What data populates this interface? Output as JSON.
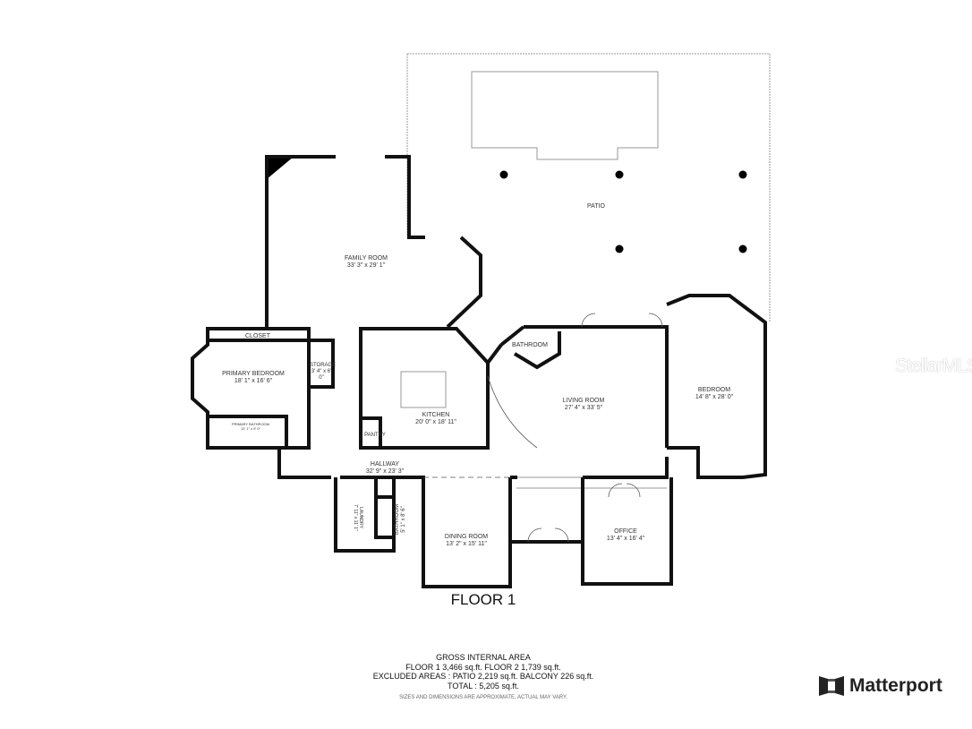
{
  "rooms": {
    "patio": {
      "name": "PATIO",
      "dim": ""
    },
    "family_room": {
      "name": "FAMILY ROOM",
      "dim": "33' 3\" x 29' 1\""
    },
    "closet": {
      "name": "CLOSET",
      "dim": ""
    },
    "primary_bedroom": {
      "name": "PRIMARY BEDROOM",
      "dim": "18' 1\" x 16' 6\""
    },
    "primary_bathroom": {
      "name": "PRIMARY BATHROOM",
      "dim": "12' 1\" x 9' 0\""
    },
    "storage": {
      "name": "STORAGE",
      "dim": "3' 4\" x 6' 0\""
    },
    "kitchen": {
      "name": "KITCHEN",
      "dim": "20' 0\" x 18' 11\""
    },
    "pantry": {
      "name": "PANTRY",
      "dim": ""
    },
    "bathroom_upper": {
      "name": "BATHROOM",
      "dim": ""
    },
    "living_room": {
      "name": "LIVING ROOM",
      "dim": "27' 4\" x 33' 5\""
    },
    "bedroom": {
      "name": "BEDROOM",
      "dim": "14' 8\" x 28' 0\""
    },
    "hallway": {
      "name": "HALLWAY",
      "dim": "32' 9\" x 23' 3\""
    },
    "laundry": {
      "name": "LAUNDRY",
      "dim": "7' 11\" x 11' 1\""
    },
    "bathroom_lower": {
      "name": "BATHROOM",
      "dim": "5' 1\" x 8' 6\""
    },
    "dining_room": {
      "name": "DINING ROOM",
      "dim": "13' 2\" x 15' 11\""
    },
    "office": {
      "name": "OFFICE",
      "dim": "13' 4\" x 16' 4\""
    }
  },
  "floor_label": "FLOOR 1",
  "area_summary": {
    "heading": "GROSS INTERNAL AREA",
    "line1": "FLOOR 1 3,466 sq.ft.   FLOOR 2 1,739 sq.ft.",
    "line2": "EXCLUDED AREAS :  PATIO 2,219 sq.ft.   BALCONY 226 sq.ft.",
    "line3": "TOTAL :  5,205 sq.ft.",
    "note": "SIZES AND DIMENSIONS ARE APPROXIMATE, ACTUAL MAY VARY."
  },
  "watermark": "StellarMLS",
  "brand": {
    "name": "Matterport",
    "icon": "matterport-logo-icon"
  },
  "colors": {
    "wall": "#111111",
    "thin_line": "#888888",
    "text": "#333333"
  }
}
